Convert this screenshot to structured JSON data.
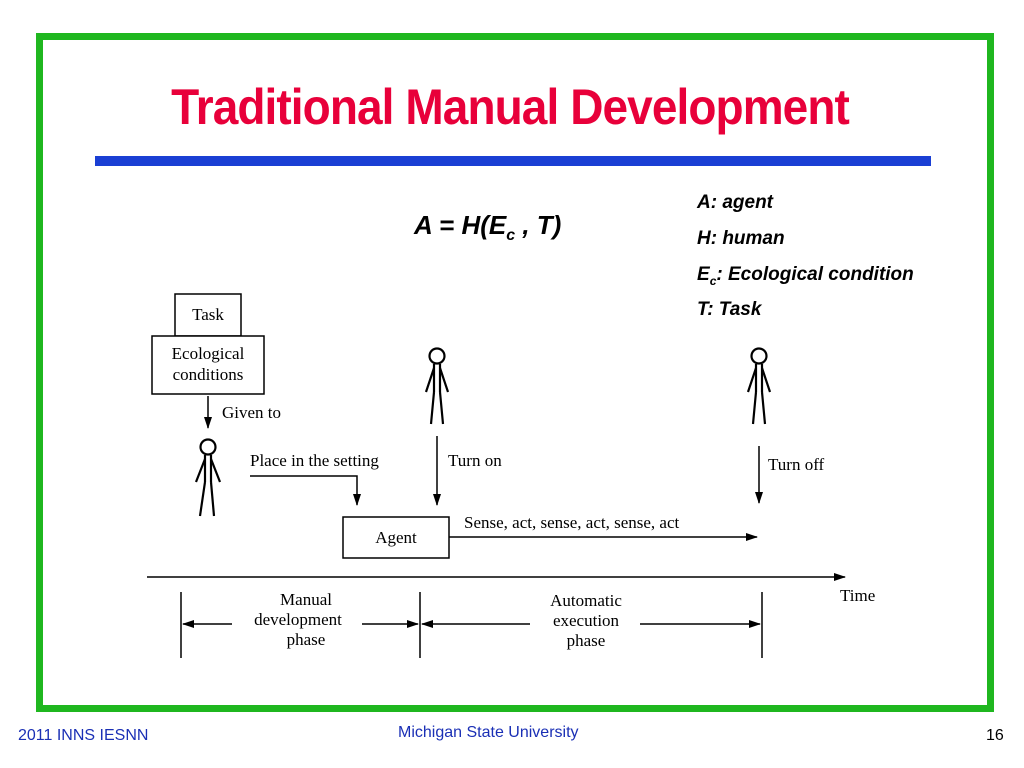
{
  "slide": {
    "title": "Traditional Manual Development",
    "formula": {
      "prefix": "A = H(E",
      "sub": "c",
      "suffix": " , T)"
    },
    "legend": [
      {
        "prefix": "A: agent",
        "sub": "",
        "suffix": ""
      },
      {
        "prefix": "H: human",
        "sub": "",
        "suffix": ""
      },
      {
        "prefix": "E",
        "sub": "c",
        "suffix": ": Ecological condition"
      },
      {
        "prefix": "T: Task",
        "sub": "",
        "suffix": ""
      }
    ],
    "colors": {
      "frame": "#1fb71f",
      "title": "#e8003a",
      "rule": "#1a3fd4",
      "footer": "#1a2fb5"
    }
  },
  "diagram": {
    "task": "Task",
    "ecological_line1": "Ecological",
    "ecological_line2": "conditions",
    "given_to": "Given to",
    "place_in_setting": "Place in the setting",
    "turn_on": "Turn on",
    "turn_off": "Turn off",
    "agent": "Agent",
    "sense_act": "Sense, act, sense, act, sense, act",
    "time": "Time",
    "manual_line1": "Manual",
    "manual_line2": "development",
    "manual_line3": "phase",
    "auto_line1": "Automatic",
    "auto_line2": "execution",
    "auto_line3": "phase"
  },
  "footer": {
    "left": "2011 INNS IESNN",
    "center": "Michigan State University",
    "page": "16"
  }
}
